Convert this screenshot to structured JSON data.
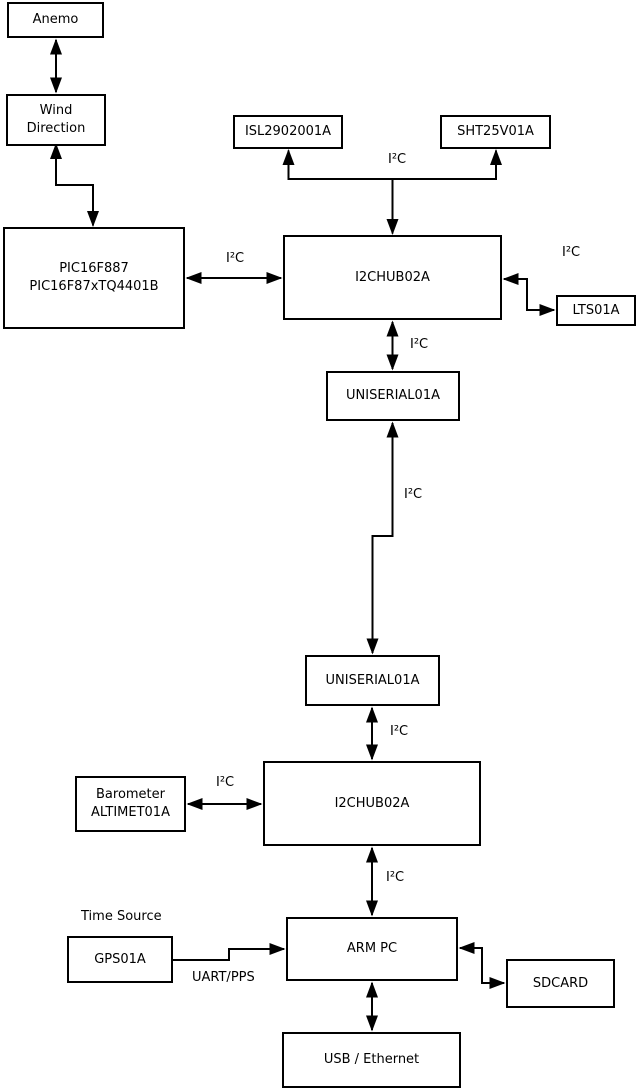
{
  "colors": {
    "background": "#ffffff",
    "line": "#000000",
    "box_fill": "#ffffff",
    "text": "#000000"
  },
  "nodes": {
    "anemo": {
      "label": "Anemo"
    },
    "wind_direction": {
      "lines": [
        "Wind",
        "Direction"
      ]
    },
    "pic": {
      "lines": [
        "PIC16F887",
        "PIC16F87xTQ4401B"
      ]
    },
    "isl": {
      "label": "ISL2902001A"
    },
    "sht": {
      "label": "SHT25V01A"
    },
    "hub1": {
      "label": "I2CHUB02A"
    },
    "lts": {
      "label": "LTS01A"
    },
    "uniserial1": {
      "label": "UNISERIAL01A"
    },
    "uniserial2": {
      "label": "UNISERIAL01A"
    },
    "barometer": {
      "lines": [
        "Barometer",
        "ALTIMET01A"
      ]
    },
    "hub2": {
      "label": "I2CHUB02A"
    },
    "gps": {
      "label": "GPS01A",
      "caption": "Time Source"
    },
    "arm_pc": {
      "label": "ARM PC"
    },
    "sdcard": {
      "label": "SDCARD"
    },
    "usb_ethernet": {
      "label": "USB / Ethernet"
    }
  },
  "edges": [
    {
      "from": "anemo",
      "to": "wind_direction",
      "bidirectional": true,
      "label": ""
    },
    {
      "from": "wind_direction",
      "to": "pic",
      "bidirectional": true,
      "label": ""
    },
    {
      "from": "pic",
      "to": "hub1",
      "bidirectional": true,
      "label": "I²C"
    },
    {
      "from": "hub1",
      "to": "isl + sht",
      "bidirectional": true,
      "label": "I²C"
    },
    {
      "from": "hub1",
      "to": "lts",
      "bidirectional": true,
      "label": "I²C"
    },
    {
      "from": "hub1",
      "to": "uniserial1",
      "bidirectional": true,
      "label": "I²C"
    },
    {
      "from": "uniserial1",
      "to": "uniserial2",
      "bidirectional": true,
      "label": "I²C"
    },
    {
      "from": "uniserial2",
      "to": "hub2",
      "bidirectional": true,
      "label": "I²C"
    },
    {
      "from": "barometer",
      "to": "hub2",
      "bidirectional": true,
      "label": "I²C"
    },
    {
      "from": "hub2",
      "to": "arm_pc",
      "bidirectional": true,
      "label": "I²C"
    },
    {
      "from": "gps",
      "to": "arm_pc",
      "bidirectional": false,
      "label": "UART/PPS"
    },
    {
      "from": "arm_pc",
      "to": "sdcard",
      "bidirectional": true,
      "label": ""
    },
    {
      "from": "arm_pc",
      "to": "usb_ethernet",
      "bidirectional": true,
      "label": ""
    }
  ]
}
